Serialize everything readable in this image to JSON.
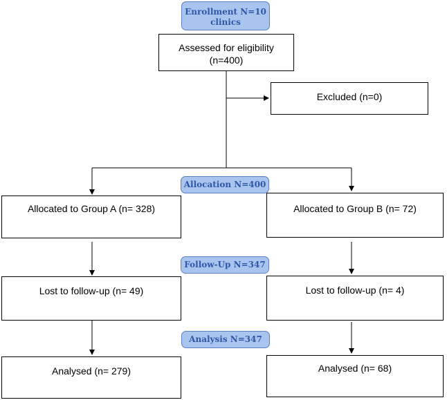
{
  "stages": {
    "enrollment": {
      "line1": "Enrollment",
      "line2": "N=10 clinics"
    },
    "allocation": "Allocation N=400",
    "followup": "Follow-Up N=347",
    "analysis": "Analysis N=347"
  },
  "boxes": {
    "assessed": {
      "line1": "Assessed for eligibility",
      "line2": "(n=400)"
    },
    "excluded": "Excluded  (n=0)",
    "group_a": "Allocated to Group A (n=   328)",
    "group_b": "Allocated to Group B (n= 72)",
    "lost_a": "Lost to follow-up  (n= 49)",
    "lost_b": "Lost to follow-up  (n= 4)",
    "analysed_a": "Analysed  (n= 279)",
    "analysed_b": "Analysed  (n= 68)"
  },
  "colors": {
    "stage_fill": "#a9c4ef",
    "stage_border": "#5b7fc4",
    "stage_text": "#2f57a8"
  }
}
